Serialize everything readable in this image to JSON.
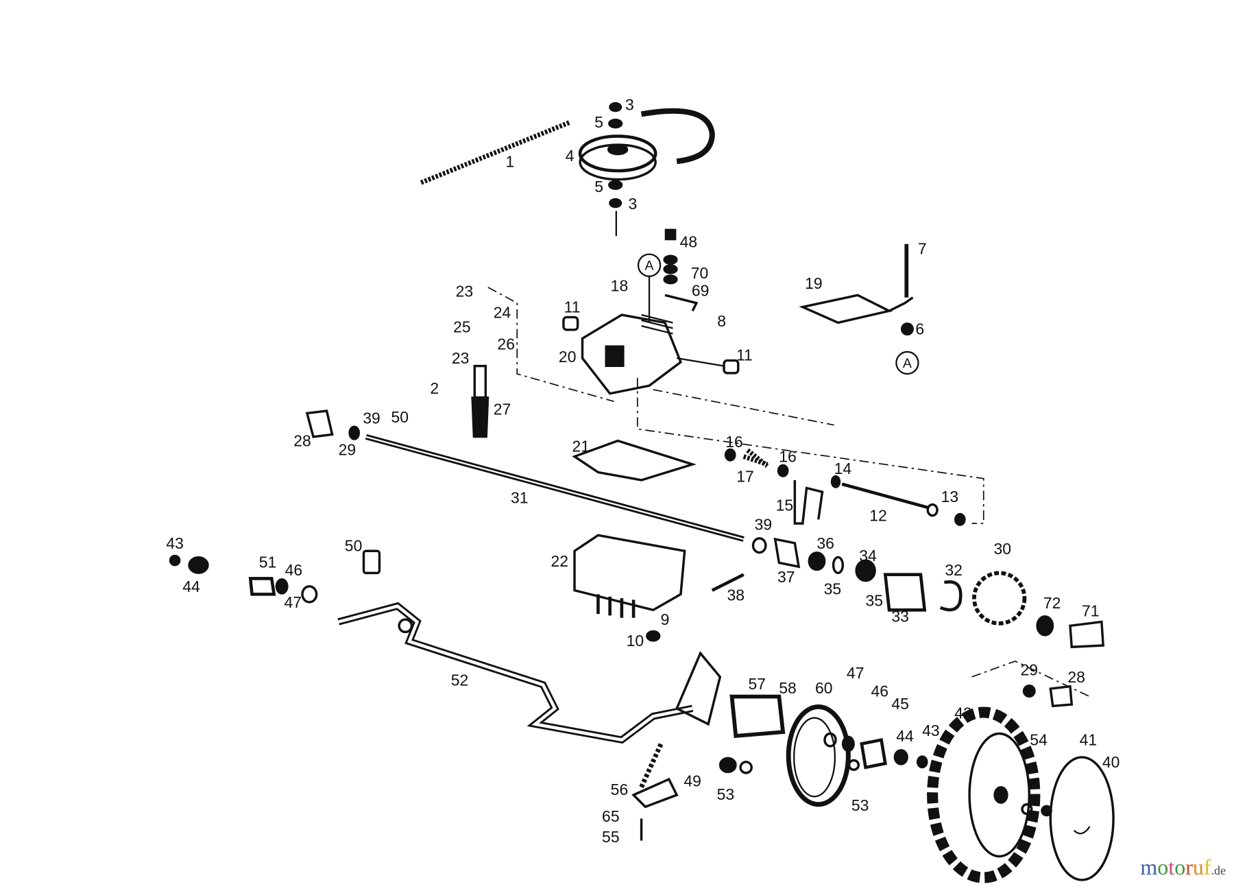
{
  "diagram": {
    "type": "exploded parts diagram",
    "line_color": "#111111",
    "background": "#ffffff",
    "parts": [
      "1",
      "3",
      "5",
      "4",
      "5",
      "3",
      "48",
      "70",
      "69",
      "18",
      "23",
      "24",
      "25",
      "26",
      "23",
      "11",
      "8",
      "11",
      "20",
      "2",
      "27",
      "7",
      "19",
      "6",
      "28",
      "29",
      "39",
      "50",
      "21",
      "16",
      "16",
      "17",
      "14",
      "15",
      "12",
      "13",
      "31",
      "43",
      "44",
      "51",
      "46",
      "47",
      "50",
      "22",
      "39",
      "36",
      "34",
      "37",
      "35",
      "35",
      "38",
      "33",
      "32",
      "30",
      "72",
      "71",
      "9",
      "10",
      "52",
      "29",
      "28",
      "57",
      "58",
      "60",
      "47",
      "46",
      "45",
      "42",
      "44",
      "43",
      "54",
      "41",
      "40",
      "49",
      "53",
      "53",
      "56",
      "65",
      "55"
    ],
    "reference_markers": [
      "A",
      "A"
    ]
  },
  "logo": {
    "text_letters": [
      "m",
      "o",
      "t",
      "o",
      "r",
      "u",
      "f"
    ],
    "letter_colors": [
      "#3b5fb0",
      "#3b9a3b",
      "#e0407a",
      "#3b9a3b",
      "#e04020",
      "#e08a10",
      "#e0c010"
    ],
    "suffix": ".de"
  }
}
